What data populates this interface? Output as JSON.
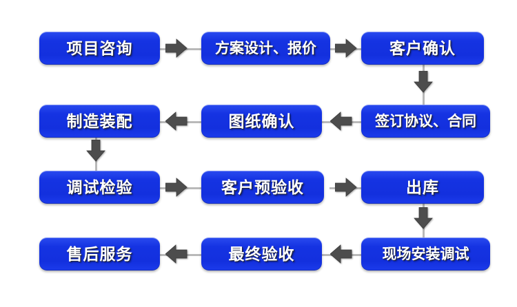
{
  "diagram": {
    "type": "flowchart",
    "title": "",
    "orientation": "serpentine-horizontal",
    "colors": {
      "node_fill": "#1533E2",
      "node_fill_light": "#2A4BEF",
      "node_text": "#FFFFFF",
      "arrow": "#4D4D4D",
      "connector_line": "#B9B9B9",
      "background": "#FFFFFF"
    },
    "rows": [
      {
        "index": 1,
        "direction": "left-to-right",
        "nodes": [
          {
            "id": "n1",
            "label": "项目咨询"
          },
          {
            "id": "n2",
            "label": "方案设计、报价"
          },
          {
            "id": "n3",
            "label": "客户确认"
          }
        ]
      },
      {
        "index": 2,
        "direction": "right-to-left",
        "nodes": [
          {
            "id": "n4",
            "label": "制造装配"
          },
          {
            "id": "n5",
            "label": "图纸确认"
          },
          {
            "id": "n6",
            "label": "签订协议、合同"
          }
        ]
      },
      {
        "index": 3,
        "direction": "left-to-right",
        "nodes": [
          {
            "id": "n7",
            "label": "调试检验"
          },
          {
            "id": "n8",
            "label": "客户预验收"
          },
          {
            "id": "n9",
            "label": "出库"
          }
        ]
      },
      {
        "index": 4,
        "direction": "right-to-left",
        "nodes": [
          {
            "id": "n10",
            "label": "售后服务"
          },
          {
            "id": "n11",
            "label": "最终验收"
          },
          {
            "id": "n12",
            "label": "现场安装调试"
          }
        ]
      }
    ],
    "sequence": [
      "项目咨询",
      "方案设计、报价",
      "客户确认",
      "签订协议、合同",
      "图纸确认",
      "制造装配",
      "调试检验",
      "客户预验收",
      "出库",
      "现场安装调试",
      "最终验收",
      "售后服务"
    ],
    "connectors": [
      {
        "id": "c1",
        "from": "项目咨询",
        "to": "方案设计、报价",
        "direction": "right"
      },
      {
        "id": "c2",
        "from": "方案设计、报价",
        "to": "客户确认",
        "direction": "right"
      },
      {
        "id": "c3",
        "from": "客户确认",
        "to": "签订协议、合同",
        "direction": "down"
      },
      {
        "id": "c4",
        "from": "签订协议、合同",
        "to": "图纸确认",
        "direction": "left"
      },
      {
        "id": "c5",
        "from": "图纸确认",
        "to": "制造装配",
        "direction": "left"
      },
      {
        "id": "c6",
        "from": "制造装配",
        "to": "调试检验",
        "direction": "down"
      },
      {
        "id": "c7",
        "from": "调试检验",
        "to": "客户预验收",
        "direction": "right"
      },
      {
        "id": "c8",
        "from": "客户预验收",
        "to": "出库",
        "direction": "right"
      },
      {
        "id": "c9",
        "from": "出库",
        "to": "现场安装调试",
        "direction": "down"
      },
      {
        "id": "c10",
        "from": "现场安装调试",
        "to": "最终验收",
        "direction": "left"
      },
      {
        "id": "c11",
        "from": "最终验收",
        "to": "售后服务",
        "direction": "left"
      }
    ]
  }
}
